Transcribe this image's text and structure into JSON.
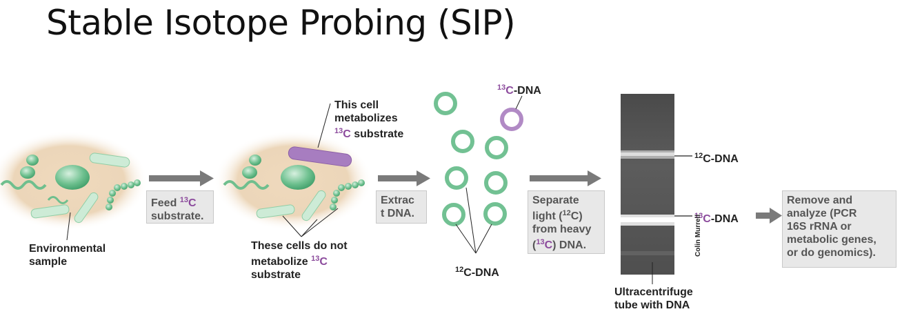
{
  "title": "Stable Isotope Probing (SIP)",
  "labels": {
    "this_cell_1": "This cell",
    "this_cell_2": "metabolizes",
    "this_cell_sup": "13",
    "this_cell_c": "C",
    "this_cell_rest": " substrate",
    "c13_dna_top_sup": "13",
    "c13_dna_top_c": "C",
    "c13_dna_top_rest": "-DNA",
    "c12_dna_band_sup": "12",
    "c12_dna_band_rest": "C-DNA",
    "c13_dna_band_sup": "13",
    "c13_dna_band_c": "C",
    "c13_dna_band_rest": "-DNA",
    "env_1": "Environmental",
    "env_2": "sample",
    "notmet_1": "These cells do not",
    "notmet_2": "metabolize ",
    "notmet_sup": "13",
    "notmet_c": "C",
    "notmet_3": "substrate",
    "c12_bottom_sup": "12",
    "c12_bottom_rest": "C-DNA",
    "tube_1": "Ultracentrifuge",
    "tube_2": "tube with DNA",
    "credit": "Colin Murrell"
  },
  "boxes": {
    "feed_1": "Feed ",
    "feed_sup": "13",
    "feed_c": "C",
    "feed_2": "substrate.",
    "extract_1": "Extrac",
    "extract_2": "t DNA.",
    "sep_1": "Separate",
    "sep_2a": "light (",
    "sep_2sup": "12",
    "sep_2b": "C)",
    "sep_3": "from heavy",
    "sep_4a": "(",
    "sep_4sup": "13",
    "sep_4c": "C",
    "sep_4b": ") DNA.",
    "rem_1": "Remove and",
    "rem_2": "analyze (PCR",
    "rem_3": "16S rRNA or",
    "rem_4": "metabolic genes,",
    "rem_5": "or do genomics)."
  },
  "colors": {
    "green": "#6fbf8e",
    "purple": "#9b6bb0",
    "sample_bg": "#ead5b8",
    "arrow": "#7a7a7a"
  }
}
